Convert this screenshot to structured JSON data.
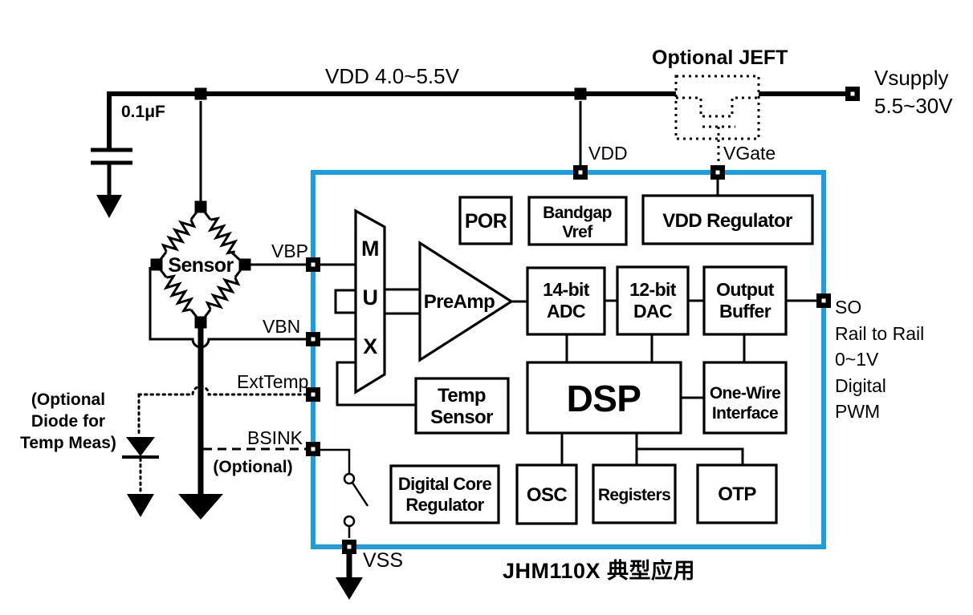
{
  "caption": "JHM110X 典型应用",
  "colors": {
    "chip_border": "#1B9DE2",
    "wire": "#000000",
    "background": "#FFFFFF"
  },
  "power": {
    "rail_label": "VDD  4.0~5.5V",
    "capacitor_value": "0.1μF",
    "jfet_title": "Optional JEFT",
    "vsupply_line1": "Vsupply",
    "vsupply_line2": "5.5~30V"
  },
  "pins": {
    "vdd": "VDD",
    "vgate": "VGate",
    "vbp": "VBP",
    "vbn": "VBN",
    "exttemp": "ExtTemp",
    "bsink": "BSINK",
    "vss": "VSS",
    "so": "SO"
  },
  "notes": {
    "diode_line1": "(Optional",
    "diode_line2": "Diode for",
    "diode_line3": "Temp Meas)",
    "bsink_optional": "(Optional)"
  },
  "sensor_label": "Sensor",
  "output_labels": [
    "Rail to Rail",
    "0~1V",
    "Digital",
    "PWM"
  ],
  "blocks": {
    "mux": [
      "M",
      "U",
      "X"
    ],
    "preamp": "PreAmp",
    "por": "POR",
    "bandgap": [
      "Bandgap",
      "Vref"
    ],
    "vdd_regulator": "VDD Regulator",
    "adc": [
      "14-bit",
      "ADC"
    ],
    "dac": [
      "12-bit",
      "DAC"
    ],
    "output_buffer": [
      "Output",
      "Buffer"
    ],
    "dsp": "DSP",
    "one_wire": [
      "One-Wire",
      "Interface"
    ],
    "temp_sensor": [
      "Temp",
      "Sensor"
    ],
    "digital_core_regulator": [
      "Digital Core",
      "Regulator"
    ],
    "osc": "OSC",
    "registers": "Registers",
    "otp": "OTP"
  }
}
